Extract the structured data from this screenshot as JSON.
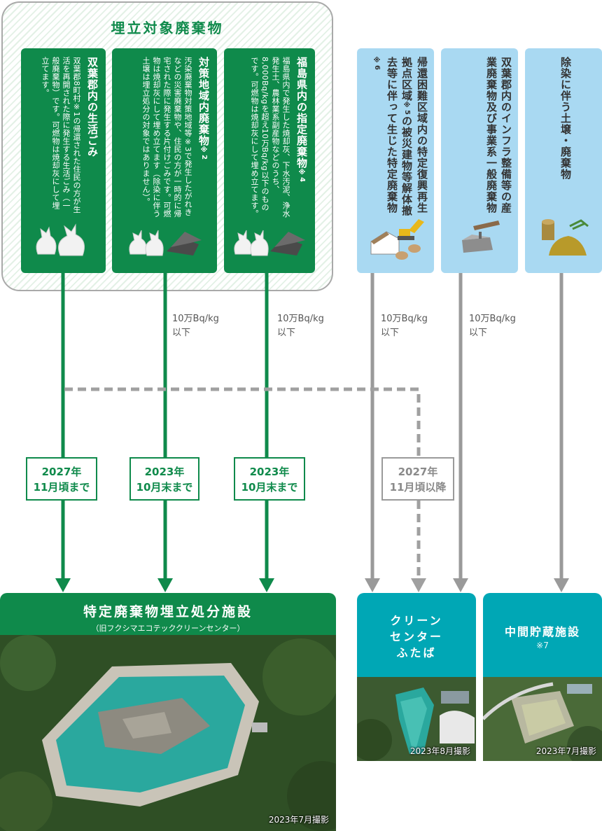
{
  "group_title": "埋立対象廃棄物",
  "cards": {
    "fukushima": {
      "title": "福島県内の指定廃棄物",
      "title_note": "※4",
      "body": "福島県内で発生した焼却灰、下水汚泥、浄水発生土、農林業系副産物などのうち、8,000Bq/kgを超え10万Bq/kg以下のものです。可燃物は焼却灰にして埋め立てます。"
    },
    "taisaku": {
      "title": "対策地域内廃棄物",
      "title_note": "※2",
      "body": "汚染廃棄物対策地域等※3で発生したがれきなどの災害廃棄物や、住民の方が一時的に帰宅された際に発生する片付けごみです。可燃物は焼却灰にして埋め立てます（除染に伴う土壌は埋立処分の対象ではありません）。"
    },
    "futaba": {
      "title": "双葉郡内の生活ごみ",
      "body": "双葉郡8町村※1の帰還された住民の方が生活を再開された際に発生する生活ごみ（一般廃棄物）です。可燃物は焼却灰にして埋立てます。"
    },
    "kikan": {
      "title": "帰還困難区域内の特定復興再生拠点区域",
      "title_note": "※5",
      "title2": "の被災建物等解体撤去等に伴って生じた特定廃棄物",
      "title2_note": "※6"
    },
    "infra": {
      "title": "双葉郡内のインフラ整備等の産業廃棄物及び事業系一般廃棄物"
    },
    "josen": {
      "title": "除染に伴う土壌・廃棄物"
    }
  },
  "amounts": [
    "10万Bq/kg",
    "以下"
  ],
  "deadlines": {
    "d1": [
      "2027年",
      "11月頃まで"
    ],
    "d2": [
      "2023年",
      "10月末まで"
    ],
    "d3": [
      "2023年",
      "10月末まで"
    ],
    "d4": [
      "2027年",
      "11月頃以降"
    ]
  },
  "facilities": {
    "landfill": {
      "title": "特定廃棄物埋立処分施設",
      "subtitle": "（旧フクシマエコテッククリーンセンター）",
      "photo_caption": "2023年7月撮影"
    },
    "clean": {
      "title_lines": [
        "クリーン",
        "センター",
        "ふたば"
      ],
      "photo_caption": "2023年8月撮影"
    },
    "interim": {
      "title": "中間貯蔵施設",
      "note": "※7",
      "photo_caption": "2023年7月撮影"
    }
  },
  "colors": {
    "green": "#0f8a4b",
    "blue": "#a9d9f2",
    "teal": "#00a7b5",
    "gray_arrow": "#9a9a9a",
    "dashed": "#a0a0a0"
  },
  "icons": [
    "garbage-bags-icon",
    "ash-pile-icon",
    "demolition-excavator-icon",
    "infrastructure-debris-icon",
    "soil-bags-icon"
  ]
}
